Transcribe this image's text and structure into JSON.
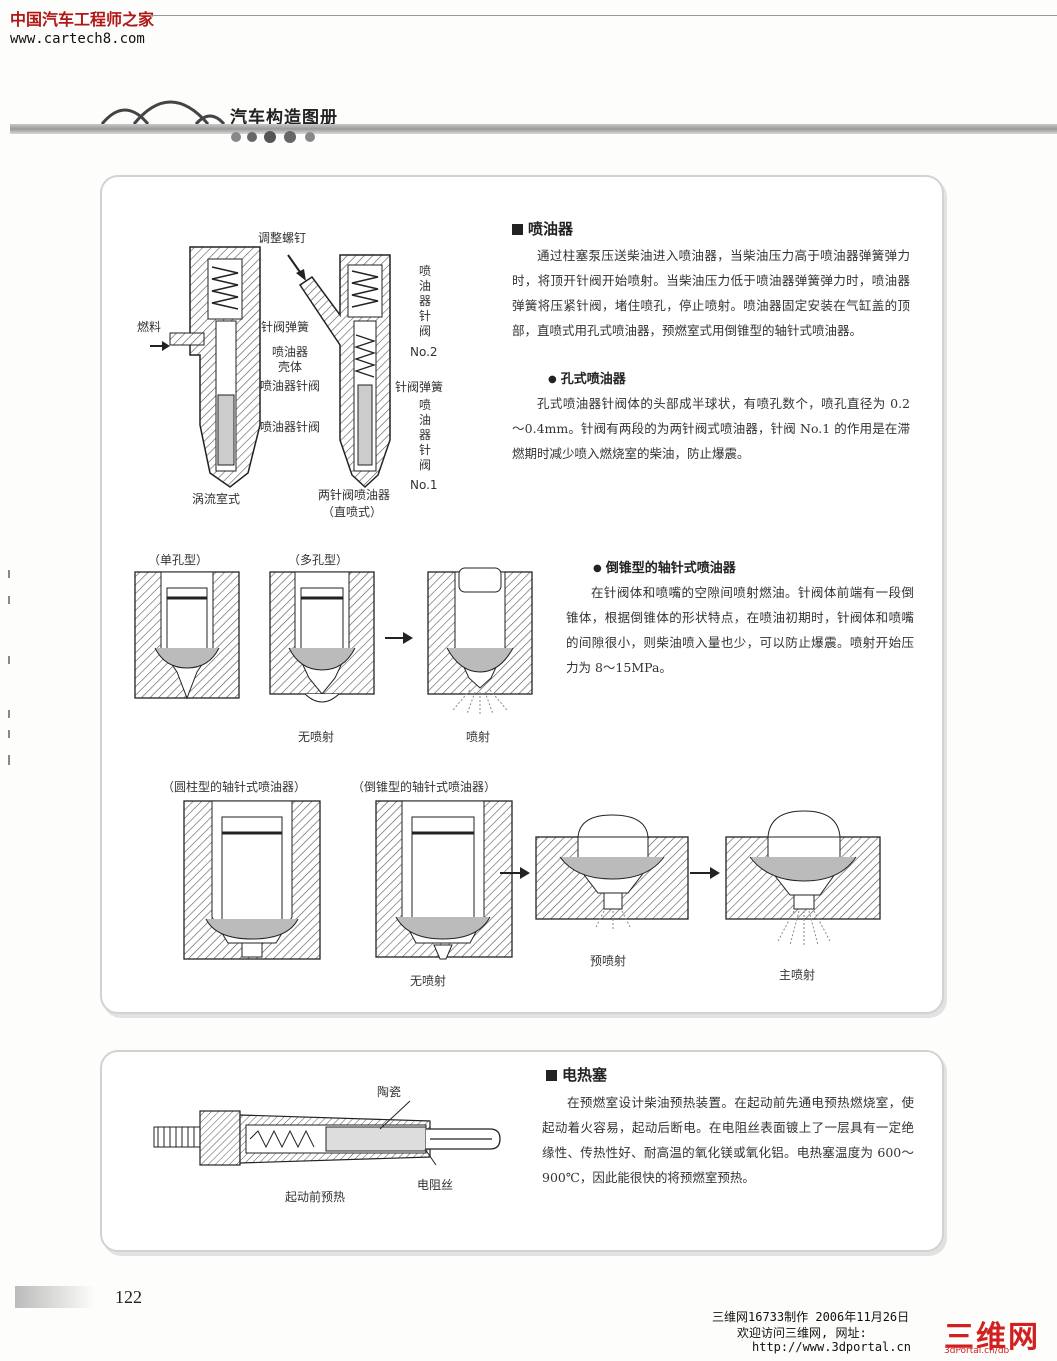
{
  "header": {
    "site_title": "中国汽车工程师之家",
    "site_url": "www.cartech8.com",
    "book_title": "汽车构造图册"
  },
  "injector": {
    "title": "喷油器",
    "para1": "通过柱塞泵压送柴油进入喷油器，当柴油压力高于喷油器弹簧弹力时，将顶开针阀开始喷射。当柴油压力低于喷油器弹簧弹力时，喷油器弹簧将压紧针阀，堵住喷孔，停止喷射。喷油器固定安装在气缸盖的顶部，直喷式用孔式喷油器，预燃室式用倒锥型的轴针式喷油器。",
    "hole_title": "孔式喷油器",
    "hole_para": "孔式喷油器针阀体的头部成半球状，有喷孔数个，喷孔直径为 0.2～0.4mm。针阀有两段的为两针阀式喷油器，针阀 No.1 的作用是在滞燃期时减少喷入燃烧室的柴油，防止爆震。",
    "diagram_labels": {
      "adjust_screw": "调整螺钉",
      "fuel": "燃料",
      "needle_spring": "针阀弹簧",
      "body_line1": "喷油器",
      "body_line2": "壳体",
      "needle_valve_a": "喷油器针阀",
      "needle_valve_b": "喷油器针阀",
      "swirl": "涡流室式",
      "twin_line1": "两针阀喷油器",
      "twin_line2": "（直喷式）",
      "needle_spring_2": "针阀弹簧",
      "v_needle2": "喷油器针阀",
      "no2": "No.2",
      "v_needle1": "喷油器针阀",
      "no1": "No.1"
    }
  },
  "pintle": {
    "title": "倒锥型的轴针式喷油器",
    "para": "在针阀体和喷嘴的空隙间喷射燃油。针阀体前端有一段倒锥体，根据倒锥体的形状特点，在喷油初期时，针阀体和喷嘴的间隙很小，则柴油喷入量也少，可以防止爆震。喷射开始压力为 8～15MPa。",
    "label_single": "（单孔型）",
    "label_multi": "（多孔型）",
    "label_no_spray": "无喷射",
    "label_spray": "喷射"
  },
  "pintle_compare": {
    "label_cyl": "（圆柱型的轴针式喷油器）",
    "label_cone": "（倒锥型的轴针式喷油器）",
    "label_no_spray": "无喷射",
    "label_pre": "预喷射",
    "label_main": "主喷射"
  },
  "glow": {
    "title": "电热塞",
    "para": "在预燃室设计柴油预热装置。在起动前先通电预热燃烧室，使起动着火容易，起动后断电。在电阻丝表面镀上了一层具有一定绝缘性、传热性好、耐高温的氧化镁或氧化铝。电热塞温度为 600～900℃，因此能很快的将预燃室预热。",
    "label_ceramic": "陶瓷",
    "label_wire": "电阻丝",
    "label_preheat": "起动前预热"
  },
  "footer": {
    "page_number": "122",
    "credit_line1": "三维网16733制作 2006年11月26日",
    "credit_line2": "欢迎访问三维网, 网址:",
    "credit_line3": "http://www.3dportal.cn",
    "logo_main": "三维网",
    "logo_sub": "3dPortal.cn/db"
  }
}
